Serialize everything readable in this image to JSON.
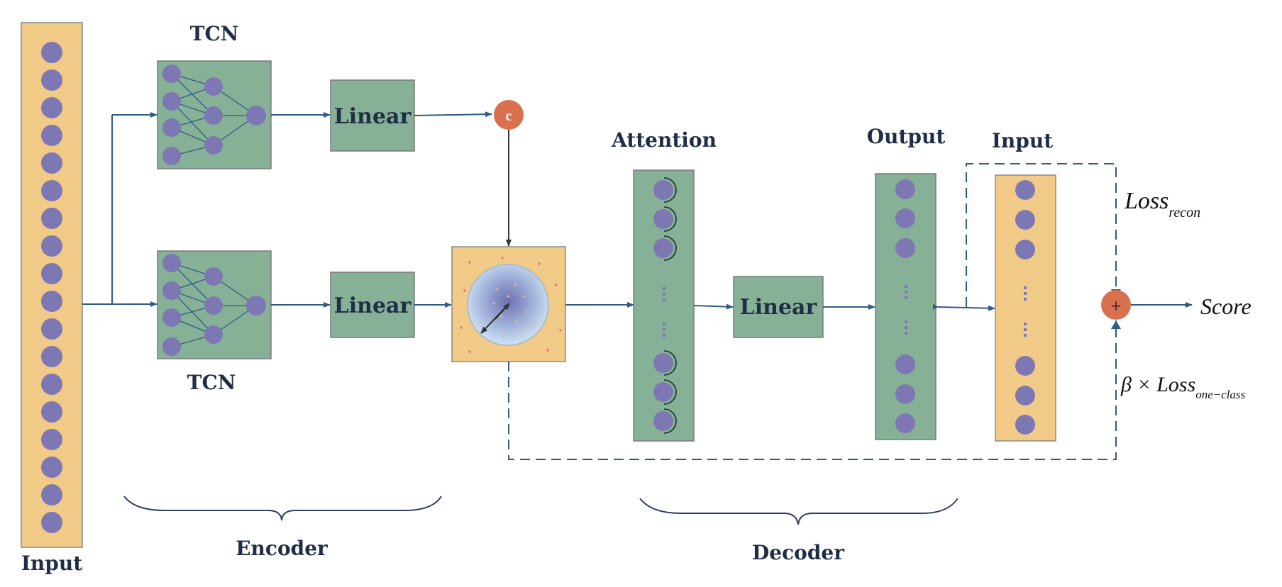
{
  "labels": {
    "input_left": "Input",
    "tcn_top": "TCN",
    "tcn_bottom": "TCN",
    "linear_top": "Linear",
    "linear_bottom": "Linear",
    "center_node": "c",
    "attention": "Attention",
    "linear_decoder": "Linear",
    "output": "Output",
    "input_right": "Input",
    "plus_node": "+",
    "score": "Score",
    "encoder": "Encoder",
    "decoder": "Decoder"
  },
  "loss_recon": {
    "base": "Loss",
    "sub": "recon"
  },
  "loss_one_class": {
    "prefix": "β × ",
    "base": "Loss",
    "sub": "one−class"
  },
  "colors": {
    "tan": "#f0ca86",
    "green": "#86b196",
    "node": "#7d78b3",
    "accent_orange": "#d9714e",
    "arrow": "#2f5b84",
    "text": "#1f2d46"
  }
}
